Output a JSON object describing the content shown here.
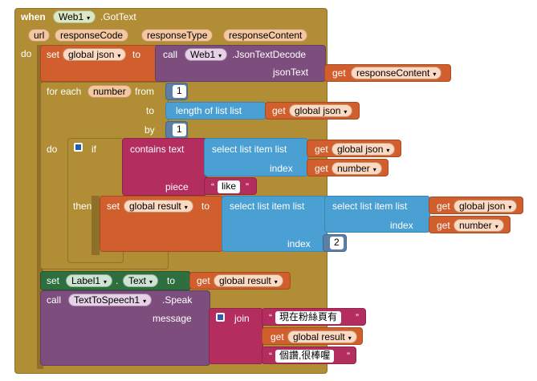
{
  "event": {
    "when": "when",
    "component": "Web1",
    "event_name": ".GotText",
    "params": [
      "url",
      "responseCode",
      "responseType",
      "responseContent"
    ],
    "do": "do"
  },
  "set_json": {
    "set": "set",
    "var": "global json",
    "to": "to",
    "call": "call",
    "component": "Web1",
    "method": ".JsonTextDecode",
    "arg_label": "jsonText",
    "get": "get",
    "get_var": "responseContent"
  },
  "foreach": {
    "for_each": "for each",
    "var": "number",
    "from": "from",
    "from_val": "1",
    "to": "to",
    "length_label": "length of list  list",
    "get": "get",
    "get_var": "global json",
    "by": "by",
    "by_val": "1",
    "do": "do"
  },
  "if_block": {
    "if": "if",
    "contains": "contains  text",
    "select": "select list item  list",
    "get": "get",
    "get_list": "global json",
    "index": "index",
    "get_index": "number",
    "piece": "piece",
    "piece_val": "like",
    "then": "then"
  },
  "set_result": {
    "set": "set",
    "var": "global result",
    "to": "to",
    "select_outer": "select list item  list",
    "select_inner": "select list item  list",
    "get": "get",
    "get_list": "global json",
    "index": "index",
    "get_index": "number",
    "outer_index": "2"
  },
  "set_label": {
    "set": "set",
    "component": "Label1",
    "dot": ".",
    "property": "Text",
    "to": "to",
    "get": "get",
    "get_var": "global result"
  },
  "tts": {
    "call": "call",
    "component": "TextToSpeech1",
    "method": ".Speak",
    "message": "message",
    "join": "join",
    "str1": "現在粉絲頁有",
    "get": "get",
    "get_var": "global result",
    "str2": "個讚,很棒喔"
  },
  "colors": {
    "control": "#b18e35",
    "variable": "#d05f2d",
    "component_call": "#7d4e7d",
    "list": "#4a9fd3",
    "text": "#b32d5e",
    "setter": "#2f6e3e"
  }
}
